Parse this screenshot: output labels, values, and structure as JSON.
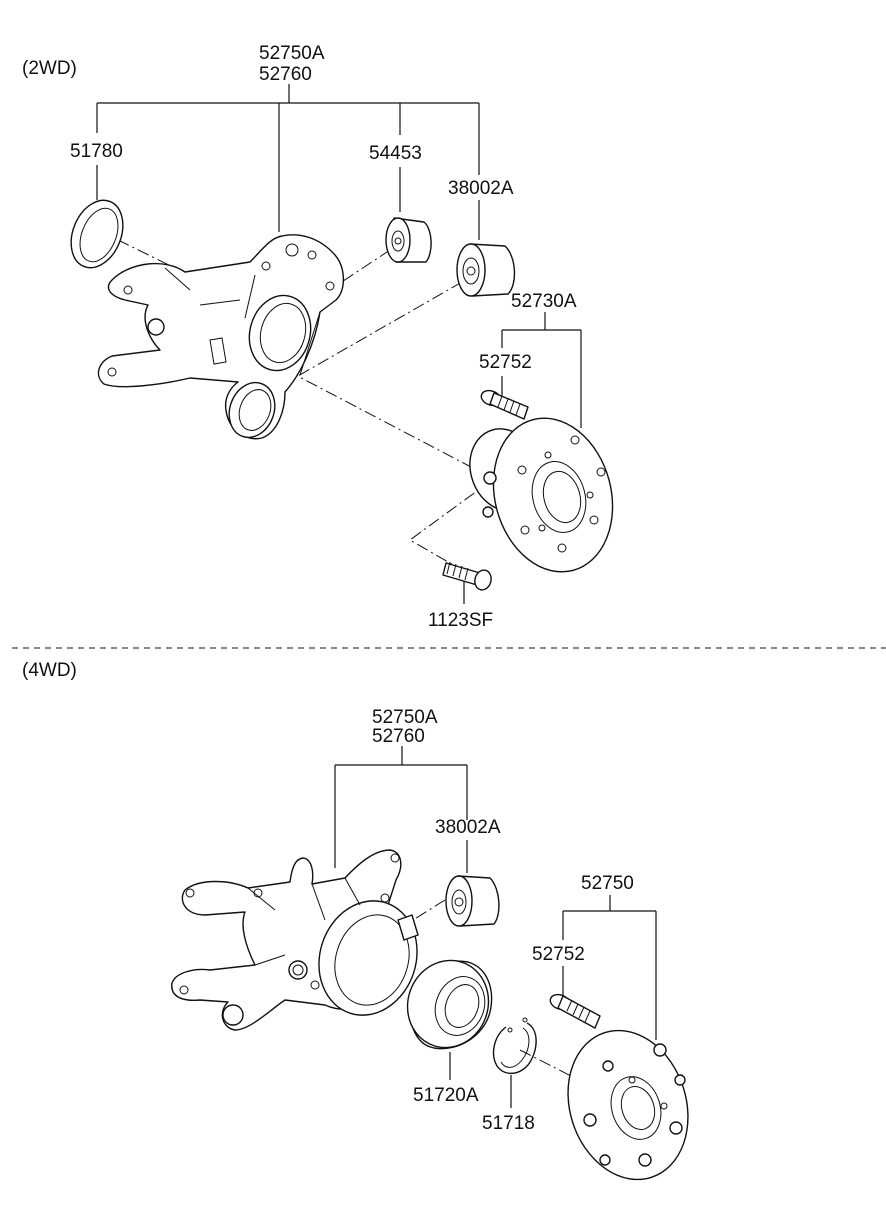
{
  "sections": [
    {
      "title": "(2WD)",
      "labels": {
        "assembly_line1": "52750A",
        "assembly_line2": "52760",
        "seal": "51780",
        "bushing_small": "54453",
        "bushing_large": "38002A",
        "hub_assembly": "52730A",
        "hub_bolt": "52752",
        "mount_bolt": "1123SF"
      }
    },
    {
      "title": "(4WD)",
      "labels": {
        "assembly_line1": "52750A",
        "assembly_line2": "52760",
        "bushing_large": "38002A",
        "hub_assembly": "52750",
        "hub_bolt": "52752",
        "bearing": "51720A",
        "snap_ring": "51718"
      }
    }
  ]
}
